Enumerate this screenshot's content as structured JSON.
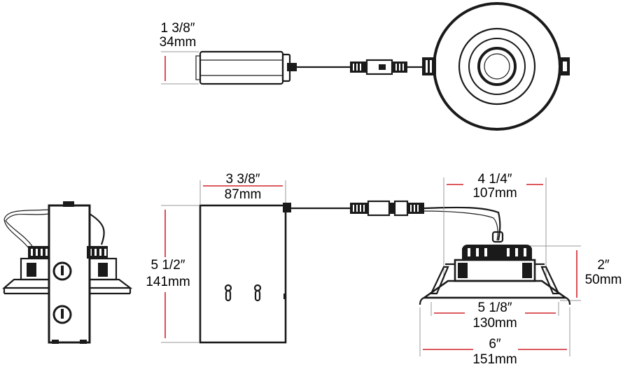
{
  "dimensions": {
    "top_height_in": "1 3/8″",
    "top_height_mm": "34mm",
    "driver_width_in": "3 3/8″",
    "driver_width_mm": "87mm",
    "driver_height_in": "5 1/2″",
    "driver_height_mm": "141mm",
    "trim_top_in": "4 1/4″",
    "trim_top_mm": "107mm",
    "fixture_height_in": "2″",
    "fixture_height_mm": "50mm",
    "cutout_in": "5 1/8″",
    "cutout_mm": "130mm",
    "overall_in": "6″",
    "overall_mm": "151mm"
  },
  "colors": {
    "line": "#1a1a1a",
    "dimension_marker": "#d0232a",
    "extension": "#9a9a9a"
  }
}
